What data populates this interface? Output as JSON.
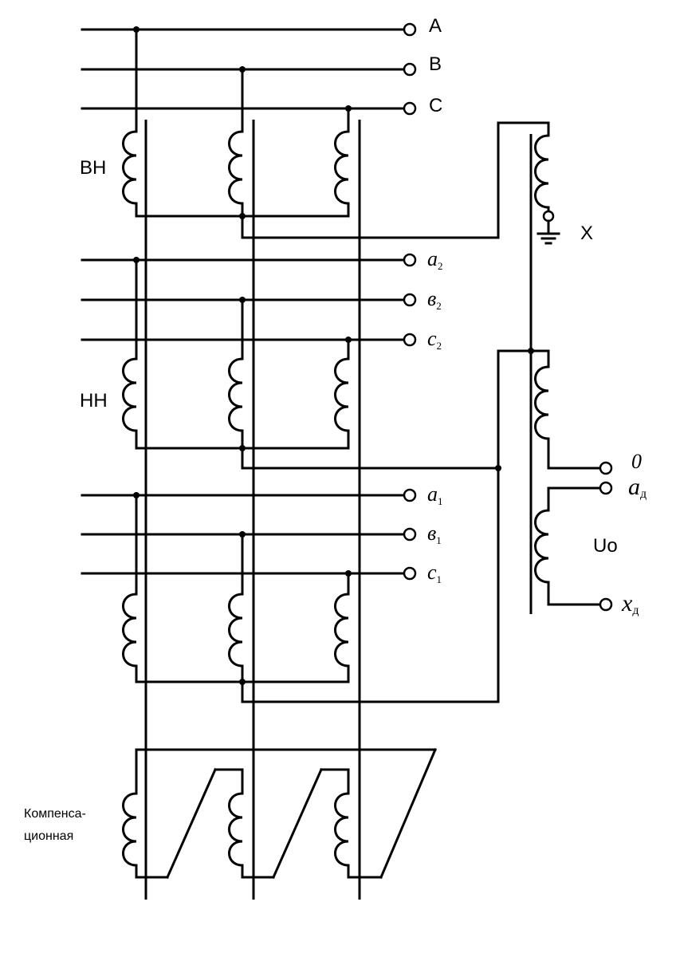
{
  "windings": {
    "hv": {
      "label": "ВН"
    },
    "lv": {
      "label": "НН"
    },
    "compensating": {
      "label_line1": "Компенса-",
      "label_line2": "ционная"
    }
  },
  "terminals": {
    "hv": [
      "A",
      "B",
      "C"
    ],
    "lv2": [
      {
        "base": "a",
        "sub": "2"
      },
      {
        "base": "в",
        "sub": "2"
      },
      {
        "base": "c",
        "sub": "2"
      }
    ],
    "lv1": [
      {
        "base": "a",
        "sub": "1"
      },
      {
        "base": "в",
        "sub": "1"
      },
      {
        "base": "c",
        "sub": "1"
      }
    ],
    "neutral_x": "X",
    "zero": "0",
    "a_d": {
      "base": "a",
      "sub": "д"
    },
    "x_d": {
      "base": "x",
      "sub": "д"
    }
  },
  "voltage_label": "Uo"
}
